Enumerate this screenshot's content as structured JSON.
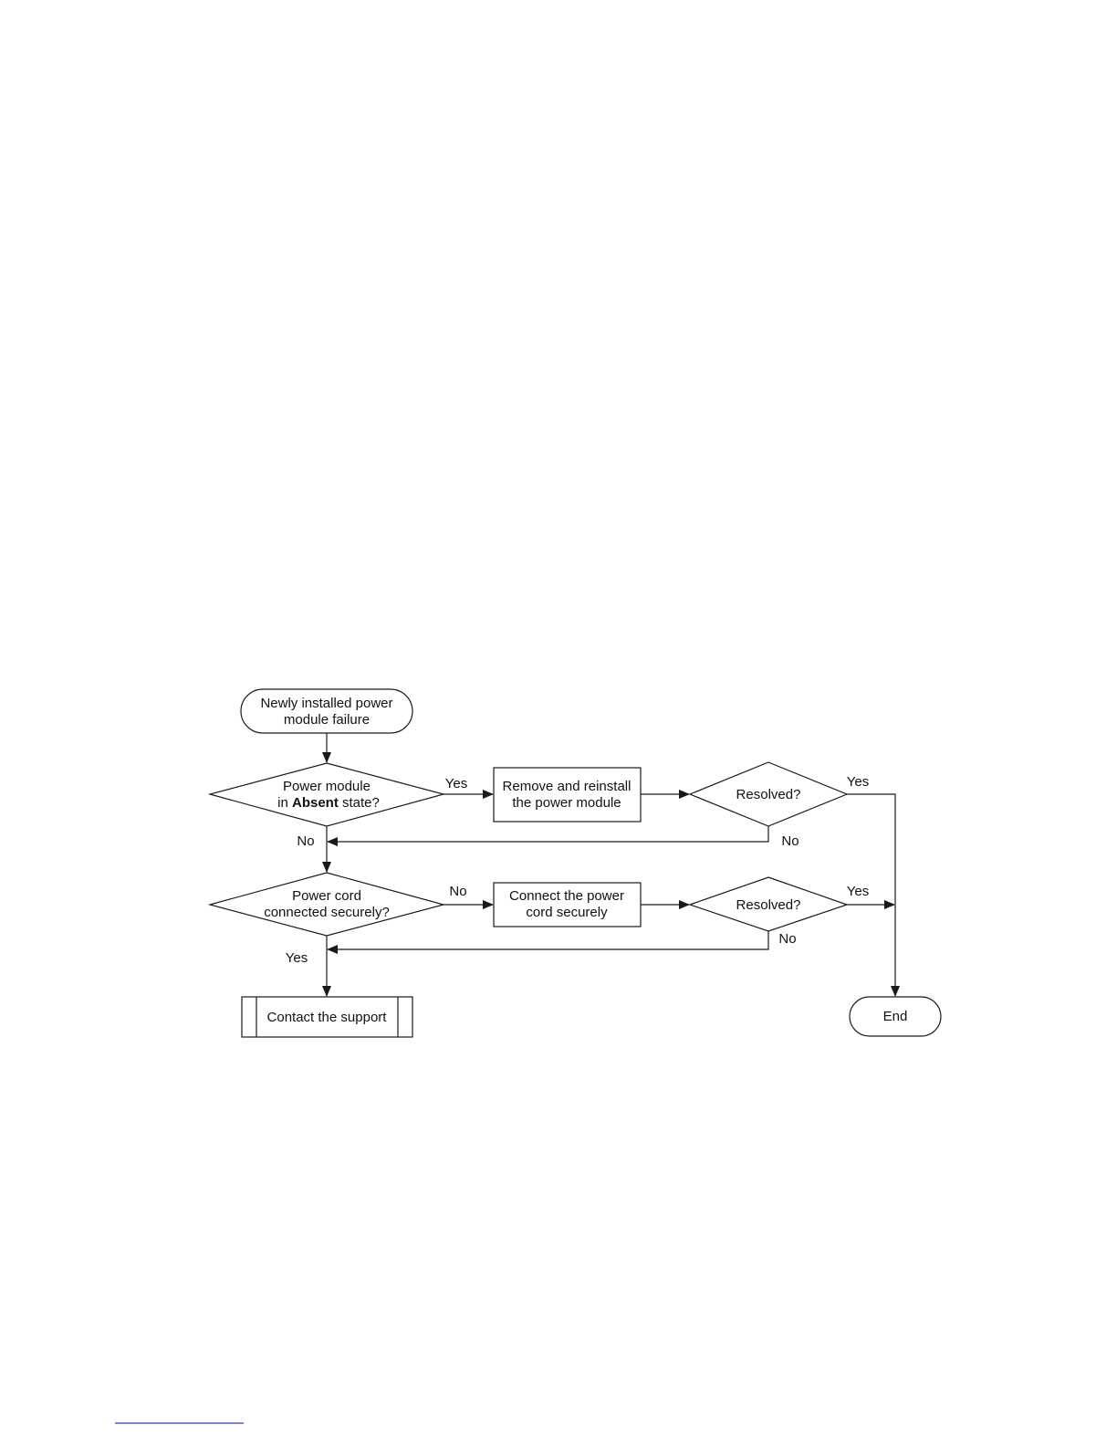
{
  "flowchart": {
    "start": {
      "lines": [
        "Newly installed power",
        "module failure"
      ]
    },
    "decision1": {
      "line1": "Power module",
      "line2_prefix": "in ",
      "line2_bold": "Absent",
      "line2_suffix": " state?"
    },
    "process1": {
      "lines": [
        "Remove and reinstall",
        "the power module"
      ]
    },
    "resolved1": {
      "label": "Resolved?"
    },
    "decision2": {
      "lines": [
        "Power cord",
        "connected securely?"
      ]
    },
    "process2": {
      "lines": [
        "Connect the power",
        "cord securely"
      ]
    },
    "resolved2": {
      "label": "Resolved?"
    },
    "support": {
      "label": "Contact the support"
    },
    "end": {
      "label": "End"
    },
    "edge_labels": {
      "d1_yes": "Yes",
      "d1_no": "No",
      "r1_yes": "Yes",
      "r1_no": "No",
      "d2_no": "No",
      "d2_yes": "Yes",
      "r2_yes": "Yes",
      "r2_no": "No"
    }
  }
}
